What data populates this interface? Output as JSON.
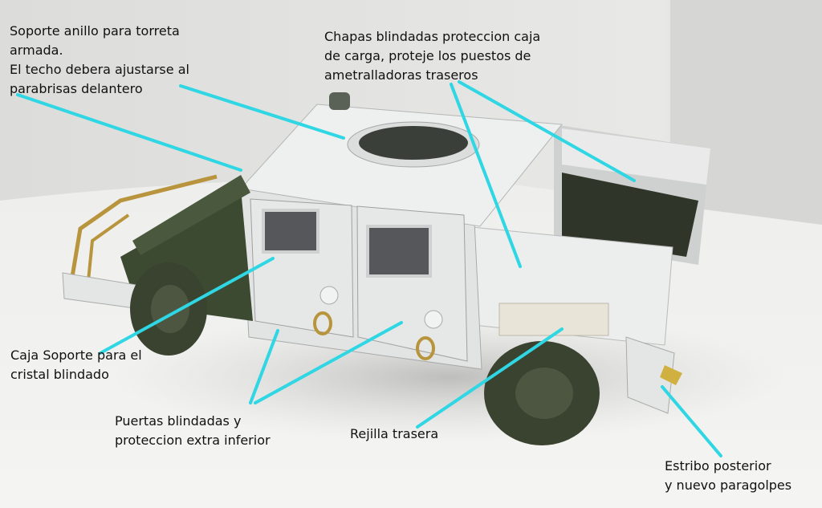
{
  "annotations": {
    "ring_mount": "Soporte anillo para torreta\narmada.\nEl techo debera ajustarse al\nparabrisas delantero",
    "armored_plates": "Chapas blindadas proteccion caja\nde carga, proteje los puestos de\nametralladoras traseros",
    "glass_box": "Caja Soporte para el\ncristal blindado",
    "doors": "Puertas blindadas y\nproteccion extra inferior",
    "rear_grille": "Rejilla trasera",
    "rear_step": "Estribo posterior\ny nuevo paragolpes"
  },
  "colors": {
    "arrow": "#2fd6e3",
    "vehicle_white": "#e4e6e6",
    "olive": "#3d4a32",
    "tire": "#3a4230",
    "brass": "#b8943c"
  }
}
